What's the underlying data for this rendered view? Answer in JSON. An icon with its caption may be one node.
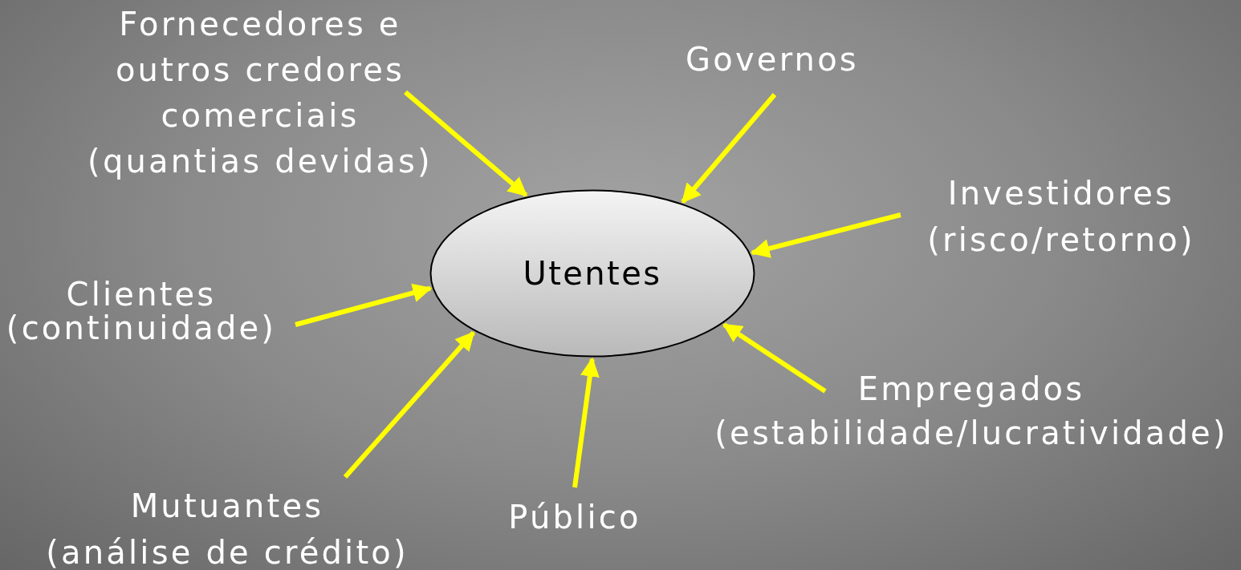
{
  "diagram": {
    "nodes": [
      {
        "text": [
          "Utentes"
        ]
      },
      {
        "text": [
          "Fornecedores e outros credores comerciais",
          "(quantias devidas)"
        ]
      },
      {
        "text": [
          "Governos"
        ]
      },
      {
        "text": [
          "Investidores",
          "(risco/retorno)"
        ]
      },
      {
        "text": [
          "Clientes",
          "(continuidade)"
        ]
      },
      {
        "text": [
          "Empregados",
          "(estabilidade/lucratividade)"
        ]
      },
      {
        "text": [
          "Mutuantes",
          "(análise de crédito)"
        ]
      },
      {
        "text": [
          "Público"
        ]
      }
    ],
    "edges": [
      {
        "from": 1,
        "to": 0,
        "arrow": "to"
      },
      {
        "from": 2,
        "to": 0,
        "arrow": "to"
      },
      {
        "from": 3,
        "to": 0,
        "arrow": "to"
      },
      {
        "from": 4,
        "to": 0,
        "arrow": "to"
      },
      {
        "from": 5,
        "to": 0,
        "arrow": "to"
      },
      {
        "from": 6,
        "to": 0,
        "arrow": "to"
      },
      {
        "from": 7,
        "to": 0,
        "arrow": "to"
      }
    ]
  }
}
